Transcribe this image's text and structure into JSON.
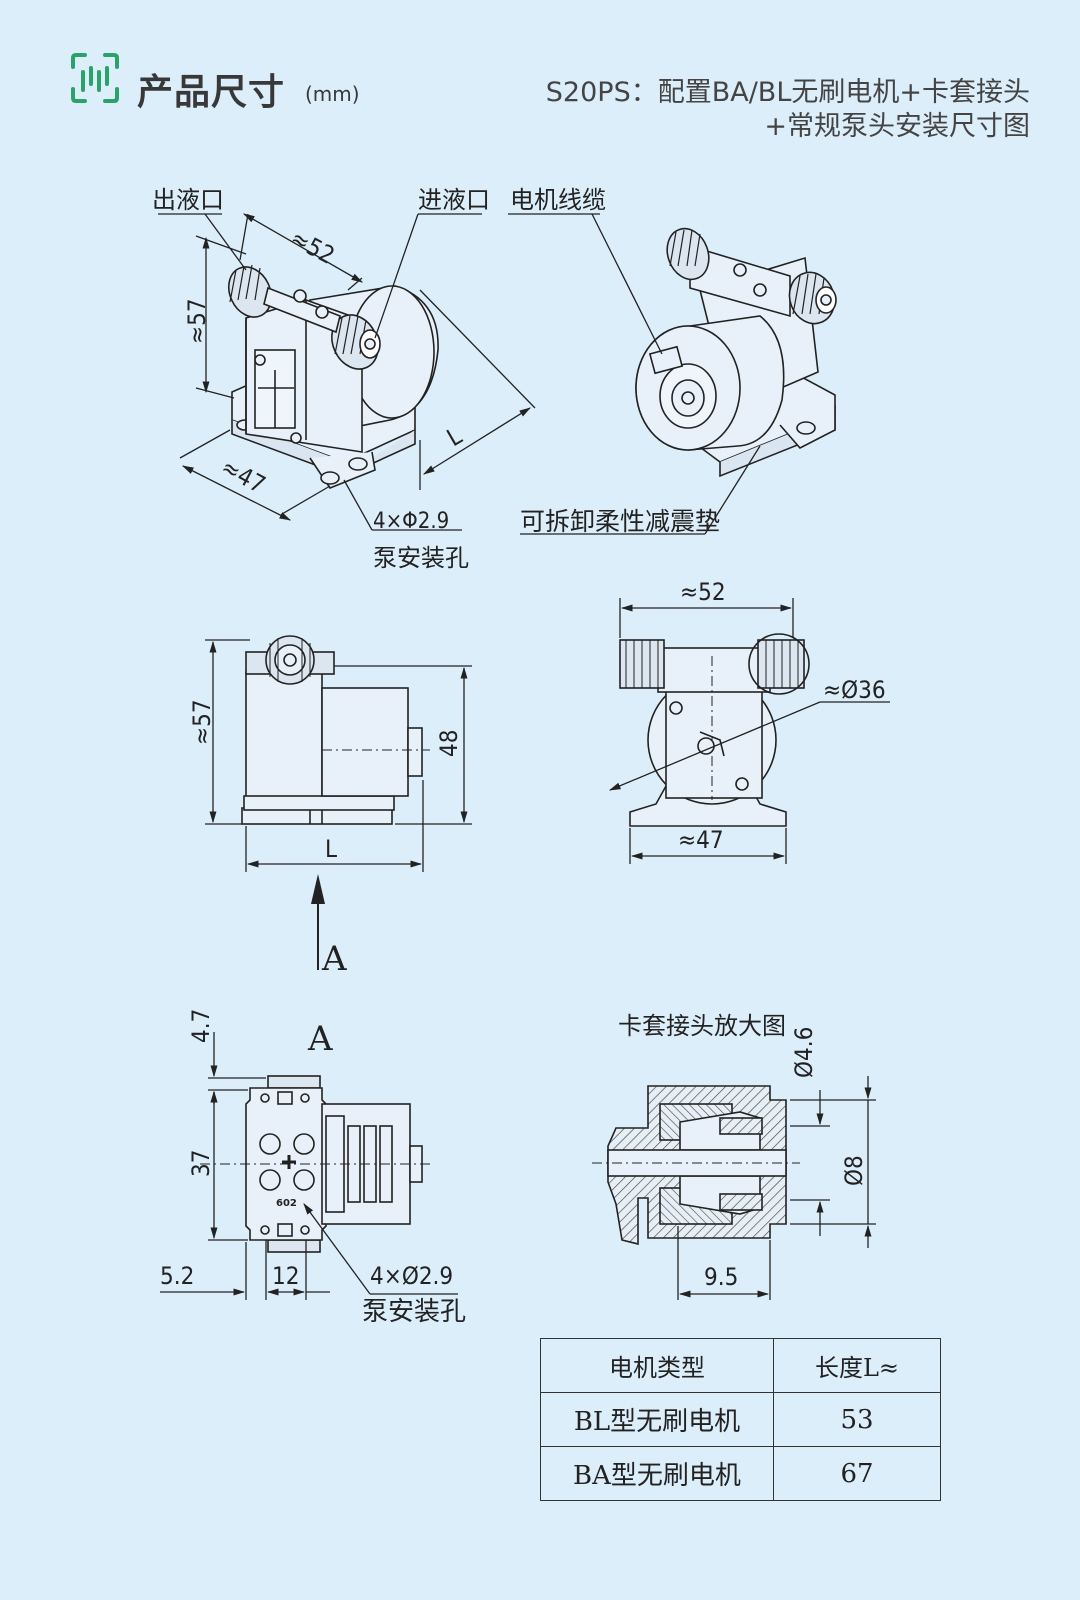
{
  "header": {
    "icon": "ruler-scan-icon",
    "title": "产品尺寸",
    "unit": "(mm)",
    "subtitle_line1": "S20PS：配置BA/BL无刷电机+卡套接头",
    "subtitle_line2": "+常规泵头安装尺寸图",
    "accent_color": "#2aa36b"
  },
  "iso_view": {
    "outlet_label": "出液口",
    "inlet_label": "进液口",
    "cable_label": "电机线缆",
    "pad_label": "可拆卸柔性减震垫",
    "width_dim": "≈52",
    "height_dim": "≈57",
    "depth_dim": "≈47",
    "length_dim": "L",
    "holes_dim": "4×Φ2.9",
    "holes_label": "泵安装孔"
  },
  "side_view": {
    "height_dim": "≈57",
    "motor_dim": "48",
    "length_dim": "L"
  },
  "front_view": {
    "width_dim": "≈52",
    "diameter_dim": "≈Ø36",
    "base_dim": "≈47"
  },
  "view_arrow": {
    "label": "A"
  },
  "bottom_view": {
    "title": "A",
    "top_dim": "4.7",
    "height_dim": "37",
    "left_dim": "5.2",
    "width_dim": "12",
    "holes_dim": "4×Ø2.9",
    "holes_label": "泵安装孔",
    "stamp": "602"
  },
  "fitting_view": {
    "title": "卡套接头放大图",
    "inner_dim": "Ø4.6",
    "outer_dim": "Ø8",
    "length_dim": "9.5"
  },
  "motor_table": {
    "headers": [
      "电机类型",
      "长度L≈"
    ],
    "rows": [
      [
        "BL型无刷电机",
        "53"
      ],
      [
        "BA型无刷电机",
        "67"
      ]
    ]
  }
}
